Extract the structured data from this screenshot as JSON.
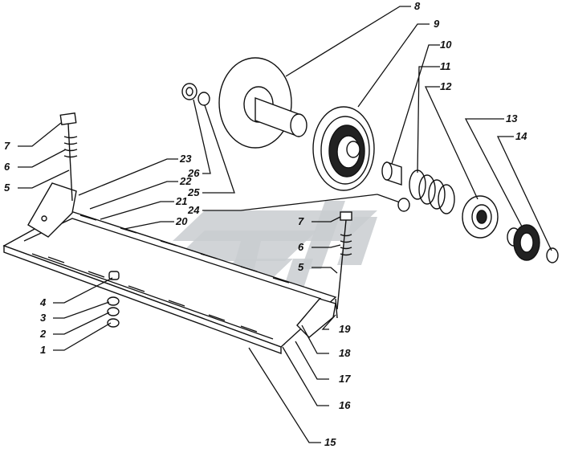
{
  "colors": {
    "ink": "#111111",
    "watermark": "#c9cdd0",
    "background": "#ffffff"
  },
  "callouts": [
    {
      "id": "c1",
      "label": "1"
    },
    {
      "id": "c2",
      "label": "2"
    },
    {
      "id": "c3",
      "label": "3"
    },
    {
      "id": "c4",
      "label": "4"
    },
    {
      "id": "c5a",
      "label": "5"
    },
    {
      "id": "c5b",
      "label": "5"
    },
    {
      "id": "c6a",
      "label": "6"
    },
    {
      "id": "c6b",
      "label": "6"
    },
    {
      "id": "c7a",
      "label": "7"
    },
    {
      "id": "c7b",
      "label": "7"
    },
    {
      "id": "c8",
      "label": "8"
    },
    {
      "id": "c9",
      "label": "9"
    },
    {
      "id": "c10",
      "label": "10"
    },
    {
      "id": "c11",
      "label": "11"
    },
    {
      "id": "c12",
      "label": "12"
    },
    {
      "id": "c13",
      "label": "13"
    },
    {
      "id": "c14",
      "label": "14"
    },
    {
      "id": "c15",
      "label": "15"
    },
    {
      "id": "c16",
      "label": "16"
    },
    {
      "id": "c17",
      "label": "17"
    },
    {
      "id": "c18",
      "label": "18"
    },
    {
      "id": "c19",
      "label": "19"
    },
    {
      "id": "c20",
      "label": "20"
    },
    {
      "id": "c21",
      "label": "21"
    },
    {
      "id": "c22",
      "label": "22"
    },
    {
      "id": "c23",
      "label": "23"
    },
    {
      "id": "c24",
      "label": "24"
    },
    {
      "id": "c25",
      "label": "25"
    },
    {
      "id": "c26",
      "label": "26"
    }
  ]
}
